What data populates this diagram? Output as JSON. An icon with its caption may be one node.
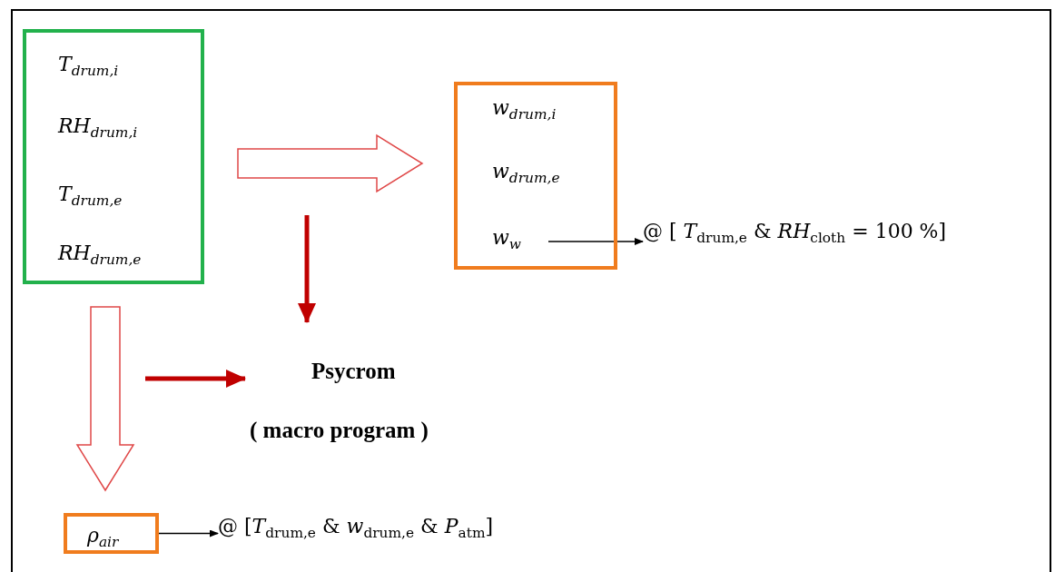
{
  "diagram": {
    "nodes": [
      {
        "text": [
          "T$_{drum,i}$",
          "RH$_{drum,i}$",
          "T$_{drum,e}$",
          "RH$_{drum,e}$"
        ]
      },
      {
        "text": [
          "w$_{drum,i}$",
          "w$_{drum,e}$"
        ]
      },
      {
        "text": [
          "w$_{w}$"
        ],
        "in": 1
      },
      {
        "text": [
          "@ [ *T*$_{drum,e}$ & *RH*$_{cloth}$ = 100 %]"
        ]
      },
      {
        "text": [
          "Psycrom",
          "( macro program )"
        ]
      },
      {
        "text": [
          "ρ$_{air}$"
        ]
      },
      {
        "text": [
          "@ [*T*$_{drum,e}$ & *w*$_{drum,e}$ & *P*$_{atm}$]"
        ]
      }
    ],
    "edges": [
      {
        "from": 0,
        "to": 1,
        "arrow": "to",
        "style": "thick",
        "color": "#e04848"
      },
      {
        "from": null,
        "to": 4,
        "arrow": "to",
        "style": "thick",
        "color": "#c00000"
      },
      {
        "from": null,
        "to": 4,
        "arrow": "to",
        "style": "thick",
        "color": "#c00000"
      },
      {
        "from": 0,
        "to": 5,
        "arrow": "to",
        "style": "thick",
        "color": "#e04848"
      },
      {
        "from": 2,
        "to": 3,
        "arrow": "to",
        "color": "#000000"
      },
      {
        "from": 5,
        "to": 6,
        "arrow": "to",
        "color": "#000000"
      }
    ]
  }
}
